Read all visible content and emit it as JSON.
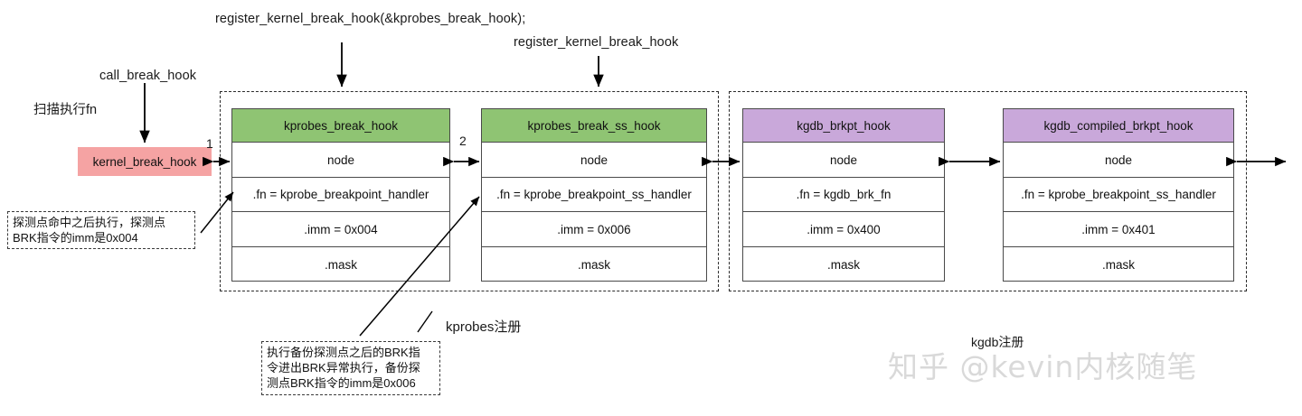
{
  "diagram": {
    "title_labels": {
      "register_call_full": "register_kernel_break_hook(&kprobes_break_hook);",
      "register_call_short": "register_kernel_break_hook",
      "call_break_hook": "call_break_hook",
      "scan_exec_fn": "扫描执行fn"
    },
    "kernel_hook": {
      "label": "kernel_break_hook",
      "color": "#f5a3a3"
    },
    "link_numbers": {
      "one": "1",
      "two": "2"
    },
    "groups": [
      {
        "name": "kprobes-group",
        "caption": "kprobes注册"
      },
      {
        "name": "kgdb-group",
        "caption": "kgdb注册"
      }
    ],
    "structs": [
      {
        "name": "kprobes_break_hook",
        "header": "kprobes_break_hook",
        "header_color": "#8fc473",
        "rows": [
          "node",
          ".fn = kprobe_breakpoint_handler",
          ".imm = 0x004",
          ".mask"
        ]
      },
      {
        "name": "kprobes_break_ss_hook",
        "header": "kprobes_break_ss_hook",
        "header_color": "#8fc473",
        "rows": [
          "node",
          ".fn = kprobe_breakpoint_ss_handler",
          ".imm = 0x006",
          ".mask"
        ]
      },
      {
        "name": "kgdb_brkpt_hook",
        "header": "kgdb_brkpt_hook",
        "header_color": "#c9a8da",
        "rows": [
          "node",
          ".fn = kgdb_brk_fn",
          ".imm = 0x400",
          ".mask"
        ]
      },
      {
        "name": "kgdb_compiled_brkpt_hook",
        "header": "kgdb_compiled_brkpt_hook",
        "header_color": "#c9a8da",
        "rows": [
          "node",
          ".fn = kprobe_breakpoint_ss_handler",
          ".imm = 0x401",
          ".mask"
        ]
      }
    ],
    "callouts": [
      {
        "name": "kprobe-handler-note",
        "lines": [
          "探测点命中之后执行，探测点",
          "BRK指令的imm是0x004"
        ]
      },
      {
        "name": "kprobe-ss-handler-note",
        "lines": [
          "执行备份探测点之后的BRK指",
          "令进出BRK异常执行，备份探",
          "测点BRK指令的imm是0x006"
        ]
      }
    ],
    "watermark": "知乎 @kevin内核随笔"
  }
}
